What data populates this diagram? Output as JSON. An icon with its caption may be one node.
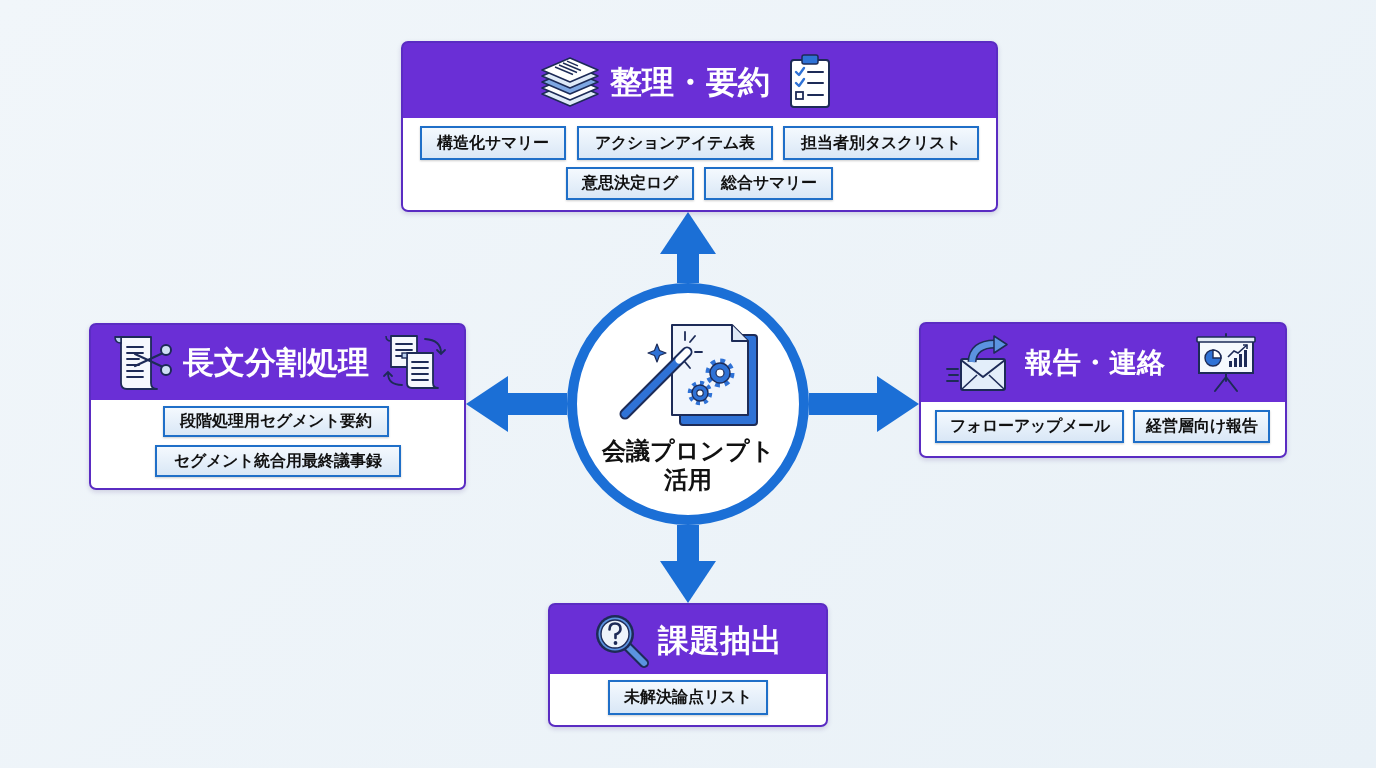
{
  "diagram": {
    "nodes": [
      {
        "text": [
          "整理・要約"
        ]
      },
      {
        "text": [
          "構造化サマリー"
        ],
        "in": 0
      },
      {
        "text": [
          "アクションアイテム表"
        ],
        "in": 0
      },
      {
        "text": [
          "担当者別タスクリスト"
        ],
        "in": 0
      },
      {
        "text": [
          "意思決定ログ"
        ],
        "in": 0
      },
      {
        "text": [
          "総合サマリー"
        ],
        "in": 0
      },
      {
        "text": [
          "長文分割処理"
        ]
      },
      {
        "text": [
          "段階処理用セグメント要約"
        ],
        "in": 6
      },
      {
        "text": [
          "セグメント統合用最終議事録"
        ],
        "in": 6
      },
      {
        "text": [
          "会議プロンプト活用"
        ]
      },
      {
        "text": [
          "報告・連絡"
        ]
      },
      {
        "text": [
          "フォローアップメール"
        ],
        "in": 10
      },
      {
        "text": [
          "経営層向け報告"
        ],
        "in": 10
      },
      {
        "text": [
          "課題抽出"
        ]
      },
      {
        "text": [
          "未解決論点リスト"
        ],
        "in": 13
      }
    ],
    "edges": [
      {
        "from": 9,
        "to": 0,
        "arrow": "to"
      },
      {
        "from": 9,
        "to": 6,
        "arrow": "to"
      },
      {
        "from": 9,
        "to": 10,
        "arrow": "to"
      },
      {
        "from": 9,
        "to": 13,
        "arrow": "to"
      }
    ]
  }
}
